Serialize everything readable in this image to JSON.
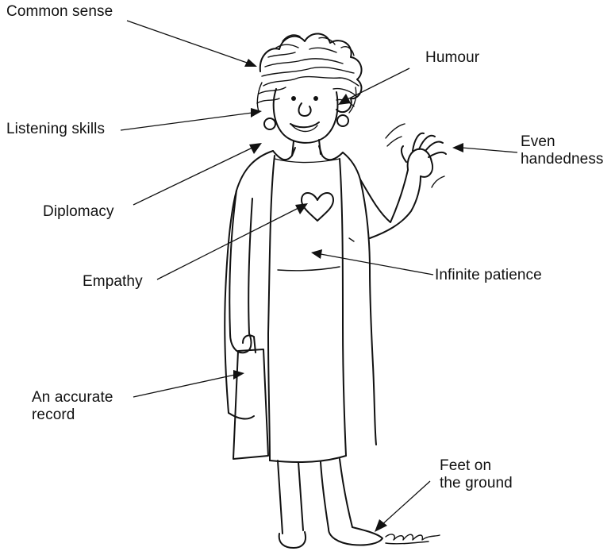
{
  "labels": {
    "common_sense": "Common sense",
    "humour": "Humour",
    "listening_skills": "Listening skills",
    "even_handedness_line1": "Even",
    "even_handedness_line2": "handedness",
    "diplomacy": "Diplomacy",
    "empathy": "Empathy",
    "infinite_patience": "Infinite patience",
    "accurate_record_line1": "An accurate",
    "accurate_record_line2": "record",
    "feet_line1": "Feet on",
    "feet_line2": "the ground"
  },
  "colors": {
    "ink": "#111111",
    "background": "#ffffff"
  },
  "illustration": {
    "subject": "cartoon woman waving, wearing a long open jacket, holding a bag",
    "icons": [
      "heart-icon",
      "artist-signature"
    ]
  }
}
